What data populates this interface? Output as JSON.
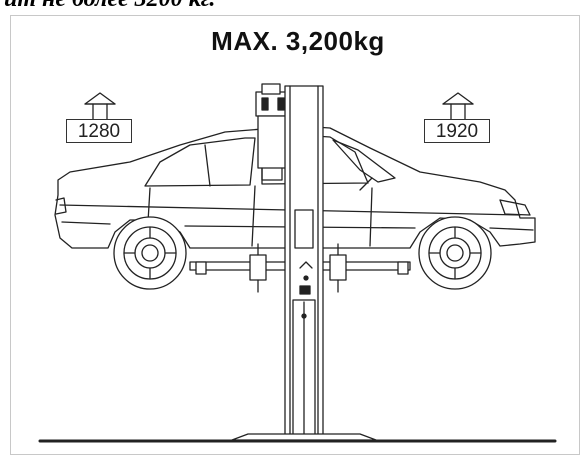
{
  "caption": "ит не более 3200 кг.",
  "title": "MAX. 3,200kg",
  "weights": {
    "left": "1280",
    "right": "1920"
  },
  "colors": {
    "line": "#222222",
    "frame": "#c8c8c8",
    "background": "#ffffff"
  },
  "icons": {
    "load_marker": "arrow-down-icon"
  }
}
